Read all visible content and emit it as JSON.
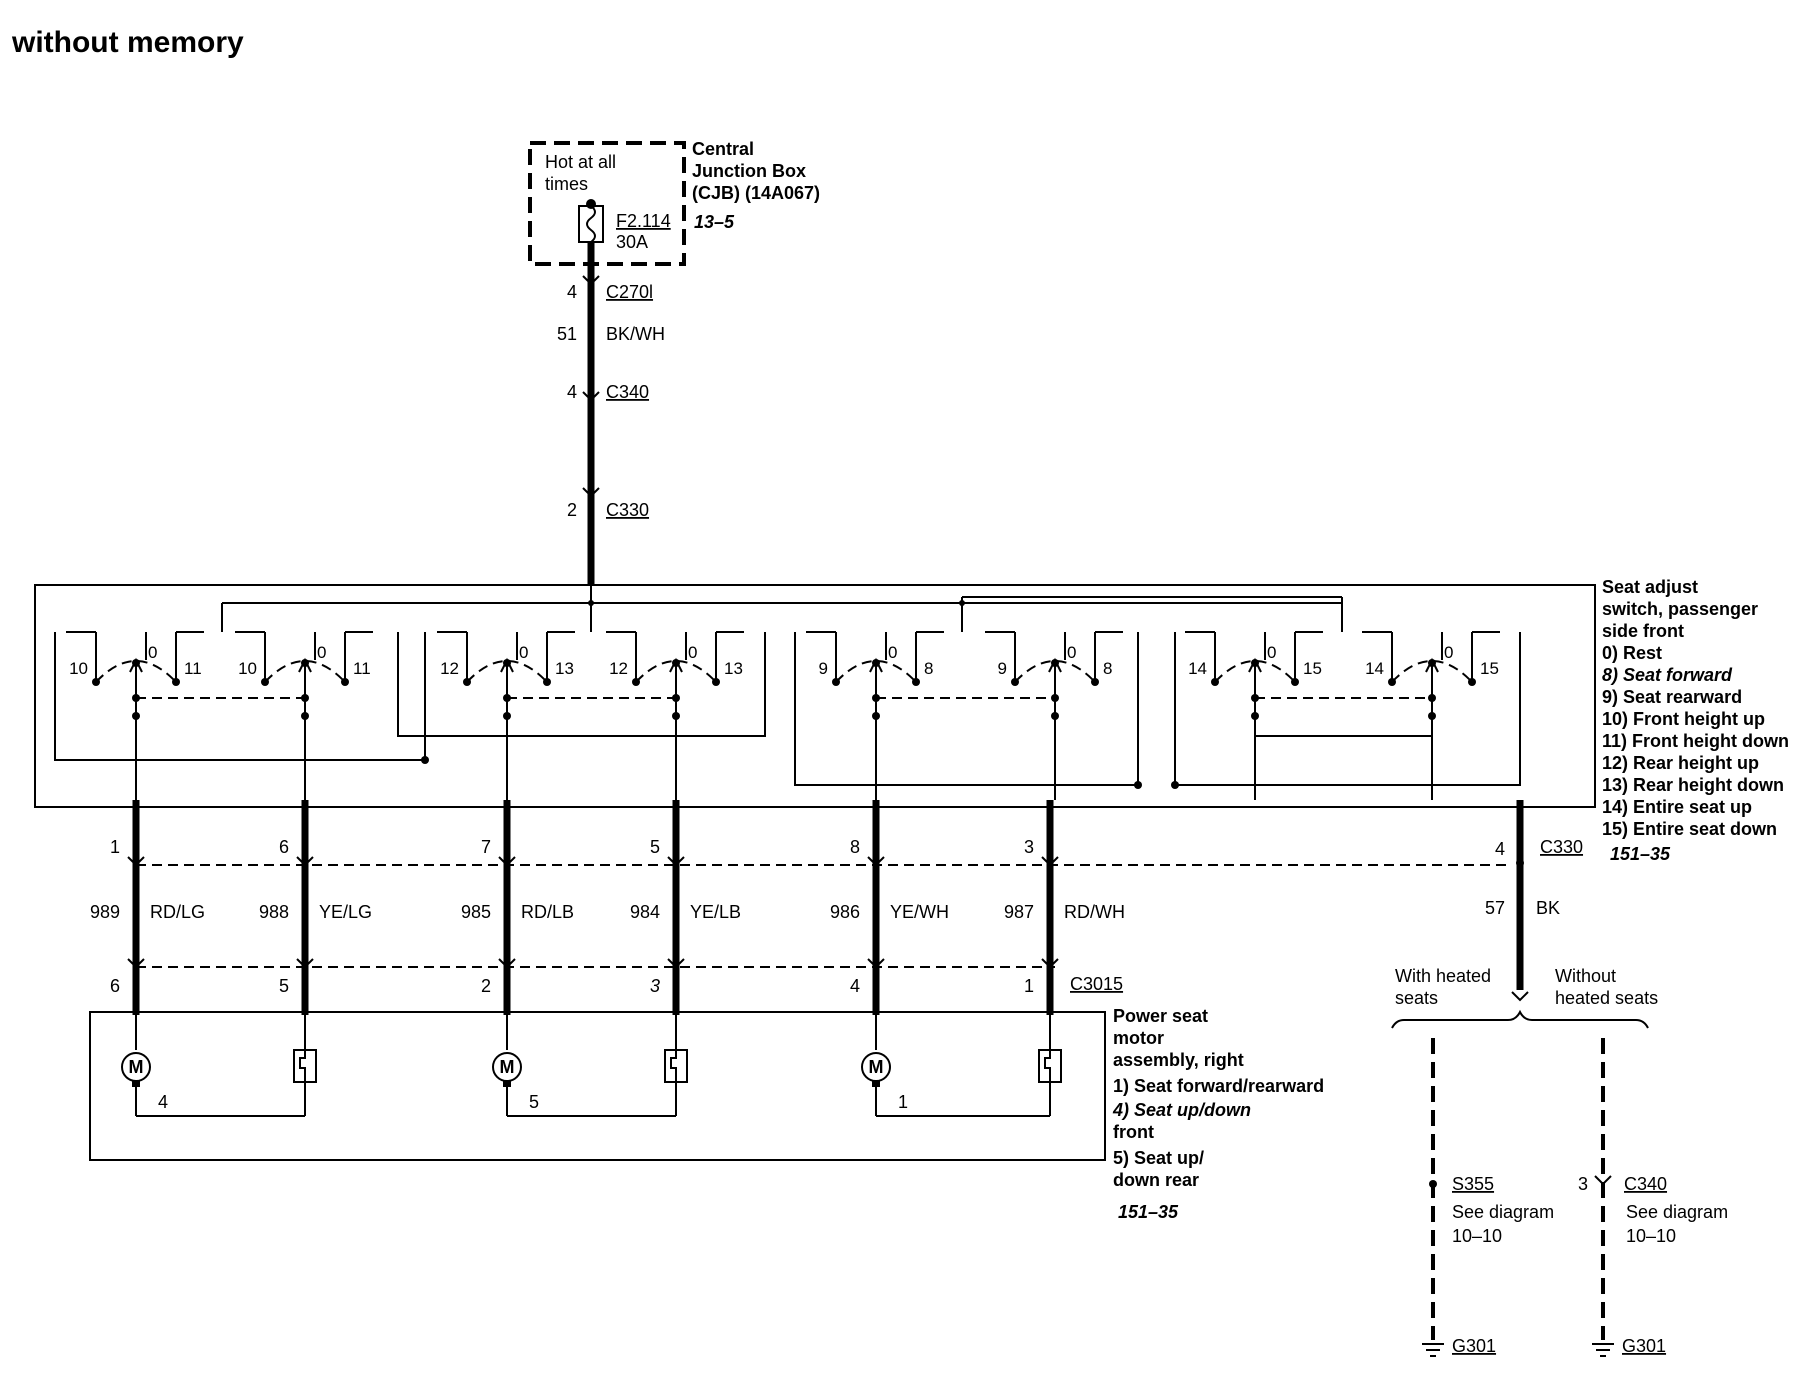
{
  "title": "without memory",
  "cjb": {
    "box_text": [
      "Hot at all",
      "times"
    ],
    "fuse_id": "F2.114",
    "fuse_rating": "30A",
    "name_lines": [
      "Central",
      "Junction Box",
      "(CJB) (14A067)"
    ],
    "ref": "13–5"
  },
  "feed": {
    "pins": [
      "4",
      "4",
      "2"
    ],
    "connectors": [
      "C270l",
      "C340",
      "C330"
    ],
    "circuit": "51",
    "color": "BK/WH"
  },
  "switch": {
    "name_lines": [
      "Seat adjust",
      "switch, passenger",
      "side front"
    ],
    "legend": [
      "0) Rest",
      "8) Seat forward",
      "9) Seat rearward",
      "10) Front height up",
      "11) Front height down",
      "12) Rear height up",
      "13) Rear height down",
      "14) Entire seat up",
      "15) Entire seat down"
    ],
    "ref": "151–35",
    "poles": [
      {
        "left": "10",
        "mid": "0",
        "right": "11"
      },
      {
        "left": "10",
        "mid": "0",
        "right": "11"
      },
      {
        "left": "12",
        "mid": "0",
        "right": "13"
      },
      {
        "left": "12",
        "mid": "0",
        "right": "13"
      },
      {
        "left": "9",
        "mid": "0",
        "right": "8"
      },
      {
        "left": "9",
        "mid": "0",
        "right": "8"
      },
      {
        "left": "14",
        "mid": "0",
        "right": "15"
      },
      {
        "left": "14",
        "mid": "0",
        "right": "15"
      }
    ]
  },
  "wires": [
    {
      "top_pin": "1",
      "circuit": "989",
      "color": "RD/LG",
      "bottom_pin": "6"
    },
    {
      "top_pin": "6",
      "circuit": "988",
      "color": "YE/LG",
      "bottom_pin": "5"
    },
    {
      "top_pin": "7",
      "circuit": "985",
      "color": "RD/LB",
      "bottom_pin": "2"
    },
    {
      "top_pin": "5",
      "circuit": "984",
      "color": "YE/LB",
      "bottom_pin": "3"
    },
    {
      "top_pin": "8",
      "circuit": "986",
      "color": "YE/WH",
      "bottom_pin": "4"
    },
    {
      "top_pin": "3",
      "circuit": "987",
      "color": "RD/WH",
      "bottom_pin": "1"
    }
  ],
  "connectors": {
    "switch_side": "C330",
    "motor_side": "C3015"
  },
  "ground_wire": {
    "pin": "4",
    "circuit": "57",
    "color": "BK"
  },
  "motor_assembly": {
    "name_lines": [
      "Power seat",
      "motor",
      "assembly, right"
    ],
    "legend": [
      "1) Seat forward/rearward",
      "4) Seat up/down",
      "front",
      "5) Seat up/",
      "down rear"
    ],
    "ref": "151–35",
    "motor_symbol": "M",
    "motor_numbers": [
      "4",
      "5",
      "1"
    ]
  },
  "heated": {
    "with_lines": [
      "With heated",
      "seats"
    ],
    "without_lines": [
      "Without",
      "heated seats"
    ],
    "left": {
      "connector": "S355",
      "see": "See diagram",
      "page": "10–10",
      "ground": "G301"
    },
    "right": {
      "pin": "3",
      "connector": "C340",
      "see": "See diagram",
      "page": "10–10",
      "ground": "G301"
    }
  },
  "icons": [
    "fuse-icon",
    "motor-icon",
    "circuit-breaker-icon",
    "ground-icon"
  ]
}
